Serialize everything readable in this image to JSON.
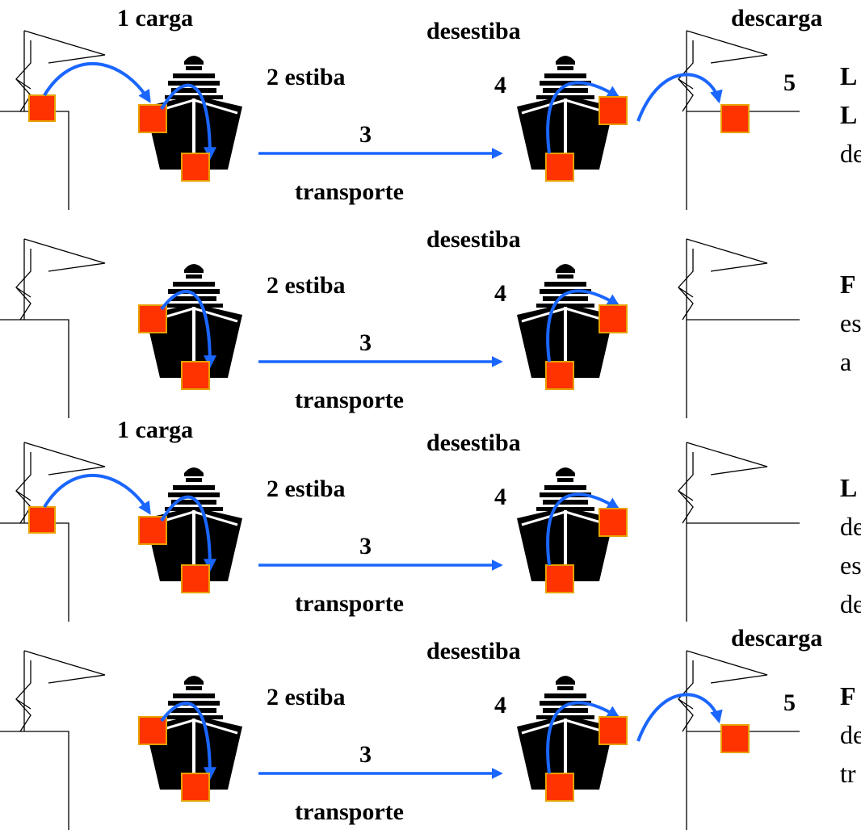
{
  "colors": {
    "arrow": "#1a66ff",
    "box": "#ff3300",
    "box_border": "#e8a000",
    "ship": "#000000",
    "ink": "#000000"
  },
  "icons": [
    "crane-icon",
    "ship-icon",
    "container-icon"
  ],
  "rows": [
    {
      "carga": "1 carga",
      "estiba": "2 estiba",
      "transporte_num": "3",
      "transporte": "transporte",
      "desestiba_num": "4",
      "desestiba": "desestiba",
      "descarga_num": "5",
      "descarga": "descarga",
      "side_text": [
        "L",
        "L",
        "de"
      ]
    },
    {
      "carga": "",
      "estiba": "2 estiba",
      "transporte_num": "3",
      "transporte": "transporte",
      "desestiba_num": "4",
      "desestiba": "desestiba",
      "descarga_num": "",
      "descarga": "",
      "side_text": [
        "F",
        "es",
        "a"
      ]
    },
    {
      "carga": "1 carga",
      "estiba": "2 estiba",
      "transporte_num": "3",
      "transporte": "transporte",
      "desestiba_num": "4",
      "desestiba": "desestiba",
      "descarga_num": "",
      "descarga": "",
      "side_text": [
        "L",
        "de",
        "es",
        "de"
      ]
    },
    {
      "carga": "",
      "estiba": "2 estiba",
      "transporte_num": "3",
      "transporte": "transporte",
      "desestiba_num": "4",
      "desestiba": "desestiba",
      "descarga_num": "5",
      "descarga": "descarga",
      "side_text": [
        "F",
        "de",
        "tr"
      ]
    }
  ]
}
